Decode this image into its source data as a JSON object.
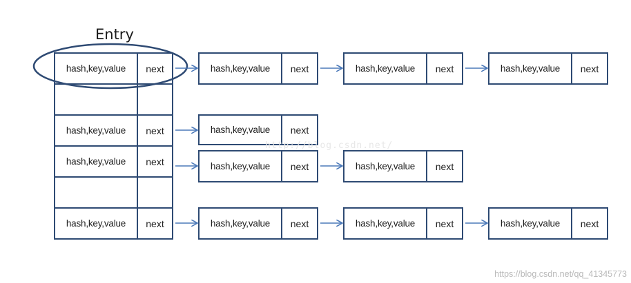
{
  "diagram": {
    "title": "Entry",
    "cell_text": "hash,key,value",
    "next_text": "next",
    "watermark": "http://blog.csdn.net/",
    "credit": "https://blog.csdn.net/qq_41345773",
    "colors": {
      "border": "#2e4a73",
      "arrow": "#4a78b8",
      "ellipse": "#2e4a73"
    }
  }
}
